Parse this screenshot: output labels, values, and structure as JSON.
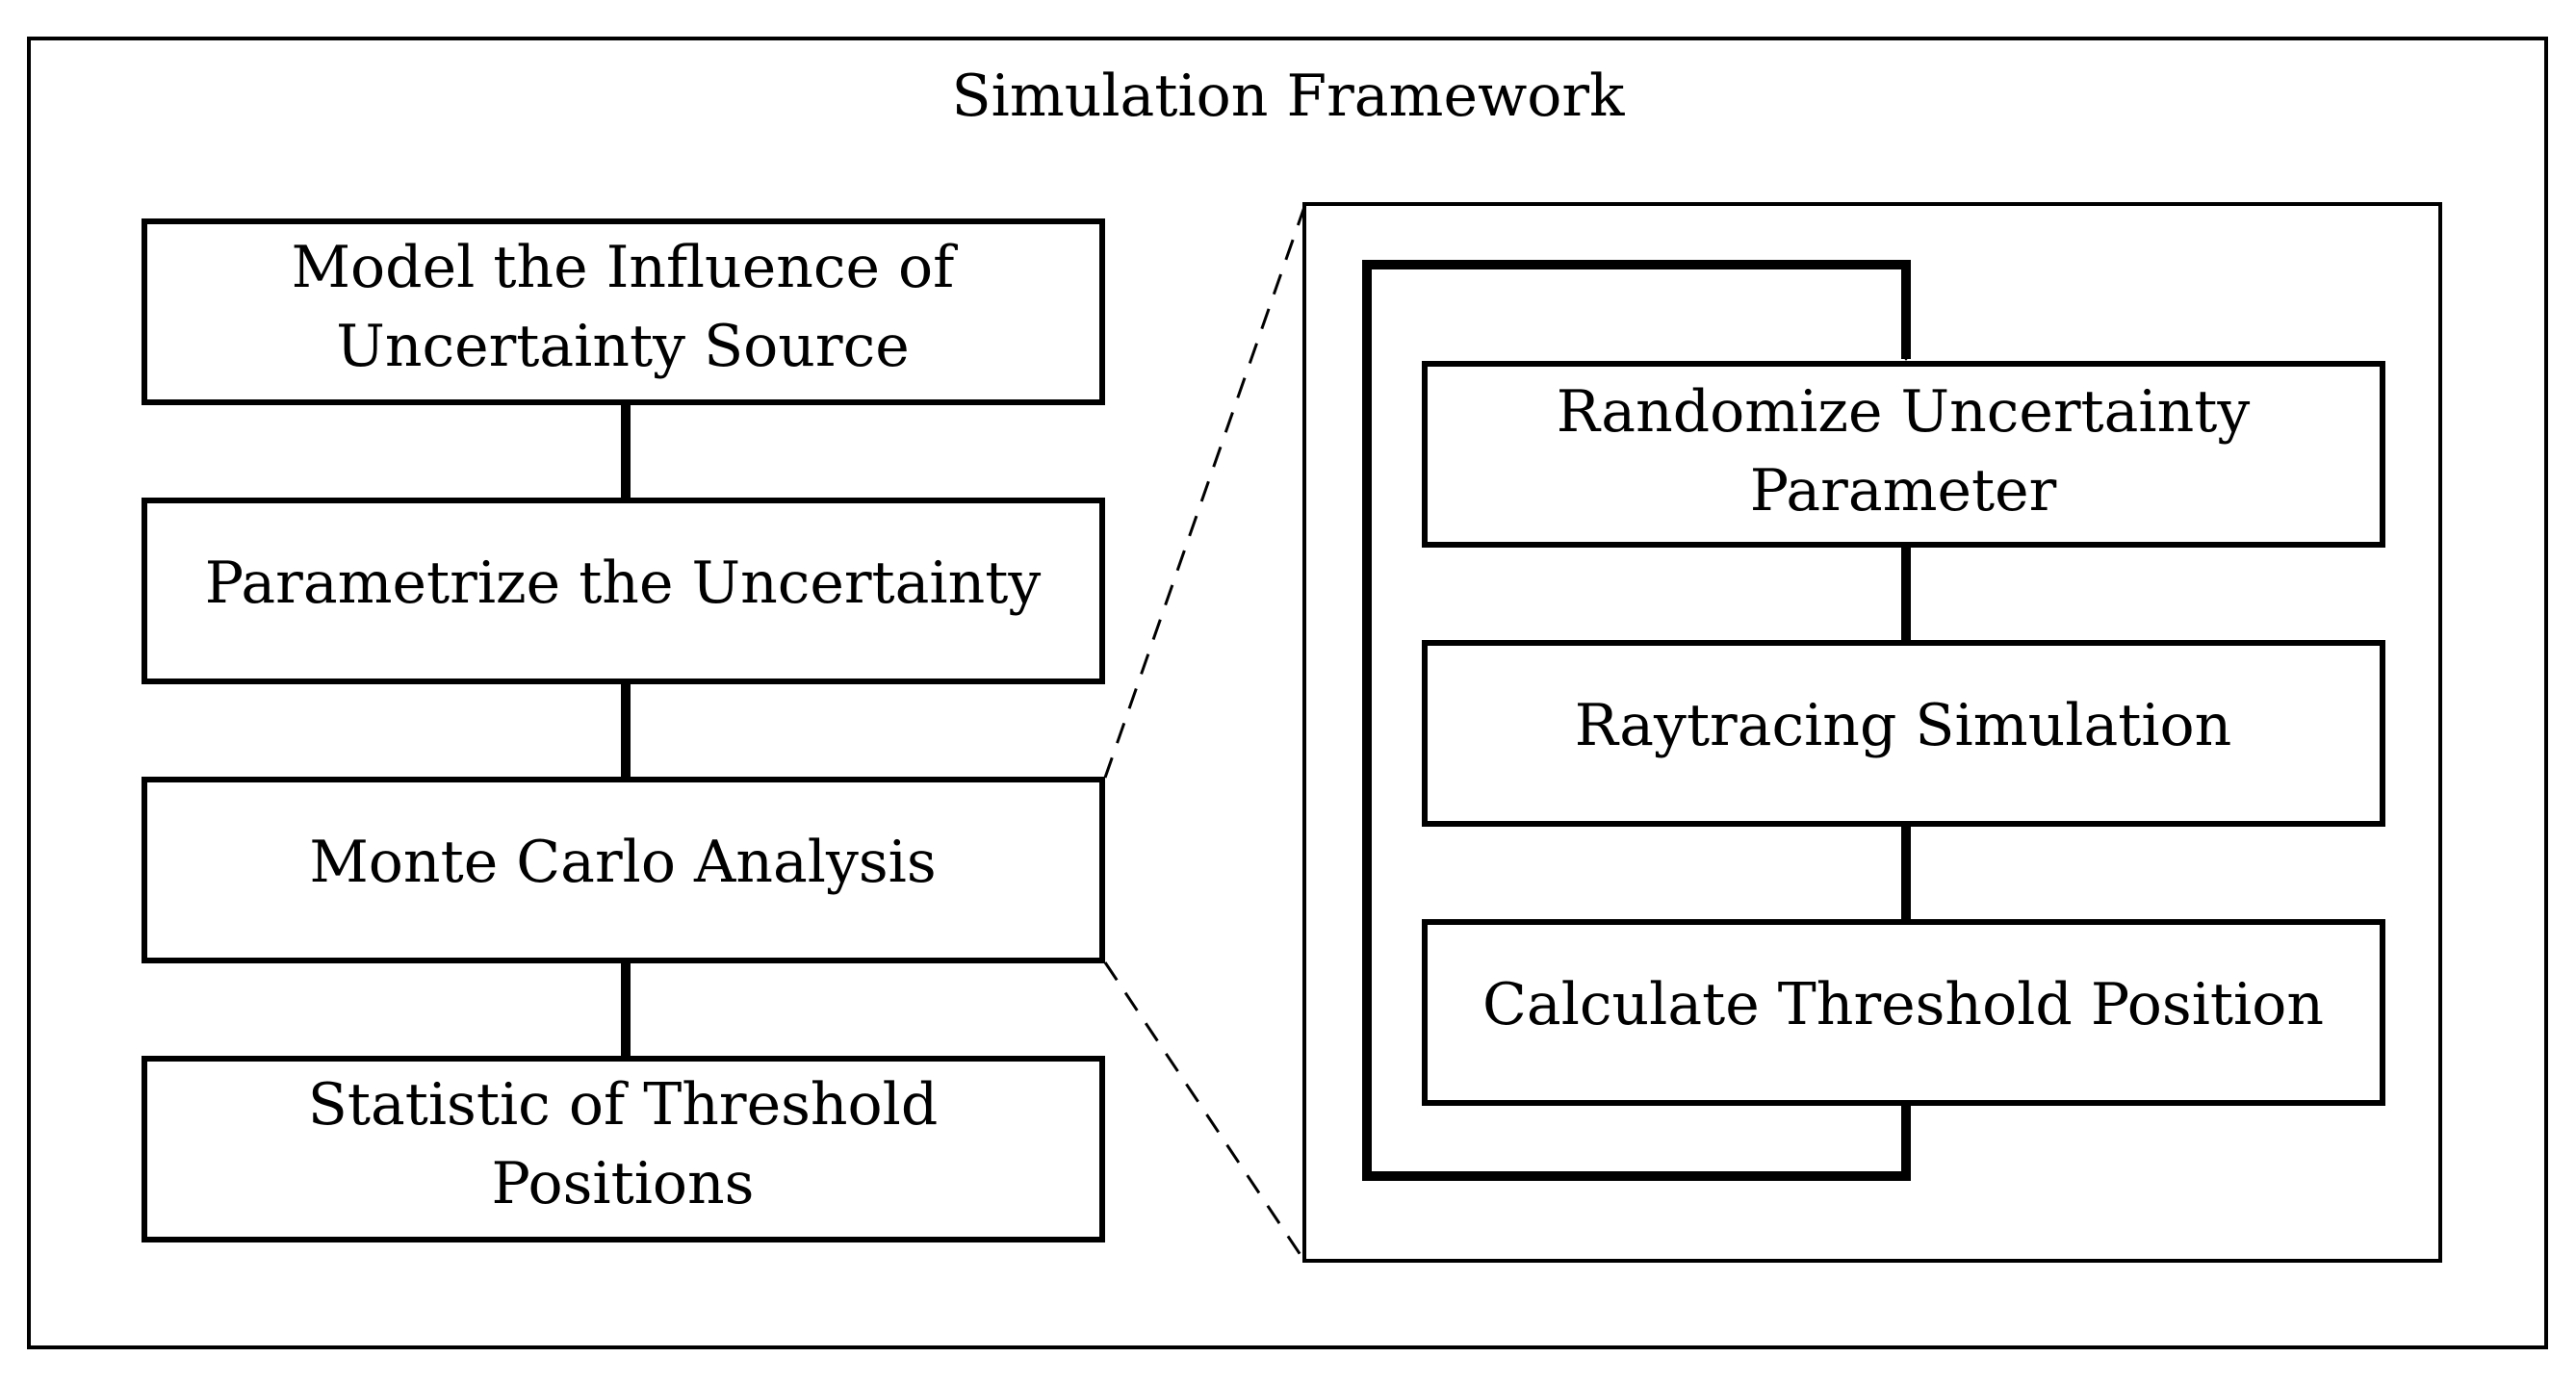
{
  "diagram": {
    "title": "Simulation Framework",
    "left_steps": [
      {
        "lines": [
          "Model the Influence of",
          "Uncertainty Source"
        ]
      },
      {
        "lines": [
          "Parametrize the Uncertainty"
        ]
      },
      {
        "lines": [
          "Monte Carlo Analysis"
        ]
      },
      {
        "lines": [
          "Statistic of Threshold",
          "Positions"
        ]
      }
    ],
    "loop_steps": [
      {
        "lines": [
          "Randomize Uncertainty",
          "Parameter"
        ]
      },
      {
        "lines": [
          "Raytracing Simulation"
        ]
      },
      {
        "lines": [
          "Calculate Threshold Position"
        ]
      }
    ],
    "colors": {
      "stroke": "#000000",
      "background": "#ffffff"
    }
  }
}
